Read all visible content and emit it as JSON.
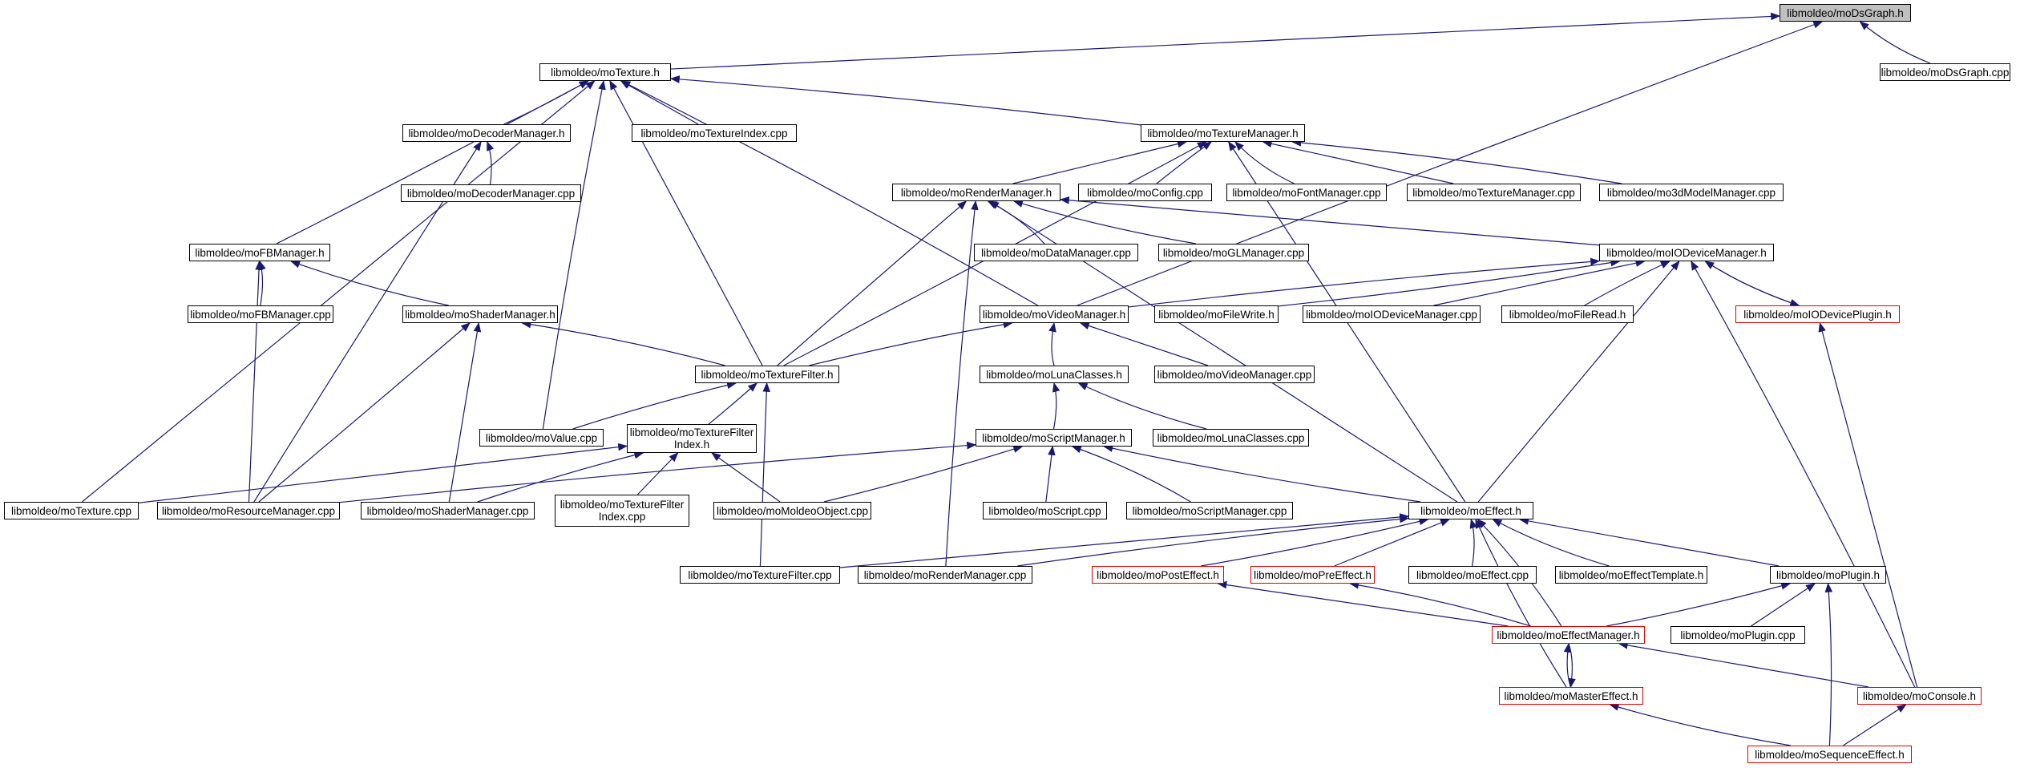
{
  "colors": {
    "edge": "#191970",
    "border": "#000000",
    "red_border": "#e00000",
    "root_fill": "#c0c0c0"
  },
  "nodes": {
    "n1": {
      "label": "libmoldeo/moDsGraph.h",
      "style": "root"
    },
    "n2": {
      "label": "libmoldeo/moDsGraph.cpp",
      "style": "normal"
    },
    "n3": {
      "label": "libmoldeo/moTexture.h",
      "style": "normal"
    },
    "n4": {
      "label": "libmoldeo/moDecoderManager.h",
      "style": "normal"
    },
    "n5": {
      "label": "libmoldeo/moTextureIndex.cpp",
      "style": "normal"
    },
    "n6": {
      "label": "libmoldeo/moTextureManager.h",
      "style": "normal"
    },
    "n7": {
      "label": "libmoldeo/moDecoderManager.cpp",
      "style": "normal"
    },
    "n8": {
      "label": "libmoldeo/moRenderManager.h",
      "style": "normal"
    },
    "n9": {
      "label": "libmoldeo/moConfig.cpp",
      "style": "normal"
    },
    "n10": {
      "label": "libmoldeo/moFontManager.cpp",
      "style": "normal"
    },
    "n11": {
      "label": "libmoldeo/moTextureManager.cpp",
      "style": "normal"
    },
    "n12": {
      "label": "libmoldeo/mo3dModelManager.cpp",
      "style": "normal"
    },
    "n13": {
      "label": "libmoldeo/moFBManager.h",
      "style": "normal"
    },
    "n14": {
      "label": "libmoldeo/moDataManager.cpp",
      "style": "normal"
    },
    "n15": {
      "label": "libmoldeo/moGLManager.cpp",
      "style": "normal"
    },
    "n16": {
      "label": "libmoldeo/moIODeviceManager.h",
      "style": "normal"
    },
    "n17": {
      "label": "libmoldeo/moFBManager.cpp",
      "style": "normal"
    },
    "n18": {
      "label": "libmoldeo/moShaderManager.h",
      "style": "normal"
    },
    "n19": {
      "label": "libmoldeo/moVideoManager.h",
      "style": "normal"
    },
    "n20": {
      "label": "libmoldeo/moFileWrite.h",
      "style": "normal"
    },
    "n21": {
      "label": "libmoldeo/moIODeviceManager.cpp",
      "style": "normal"
    },
    "n22": {
      "label": "libmoldeo/moFileRead.h",
      "style": "normal"
    },
    "n23": {
      "label": "libmoldeo/moIODevicePlugin.h",
      "style": "red"
    },
    "n24": {
      "label": "libmoldeo/moTextureFilter.h",
      "style": "normal"
    },
    "n25": {
      "label": "libmoldeo/moLunaClasses.h",
      "style": "normal"
    },
    "n26": {
      "label": "libmoldeo/moVideoManager.cpp",
      "style": "normal"
    },
    "n27": {
      "label": "libmoldeo/moValue.cpp",
      "style": "normal"
    },
    "n28": {
      "label": "libmoldeo/moTextureFilter\nIndex.h",
      "style": "normal"
    },
    "n29": {
      "label": "libmoldeo/moScriptManager.h",
      "style": "normal"
    },
    "n30": {
      "label": "libmoldeo/moLunaClasses.cpp",
      "style": "normal"
    },
    "n31": {
      "label": "libmoldeo/moTexture.cpp",
      "style": "normal"
    },
    "n32": {
      "label": "libmoldeo/moResourceManager.cpp",
      "style": "normal"
    },
    "n33": {
      "label": "libmoldeo/moShaderManager.cpp",
      "style": "normal"
    },
    "n34": {
      "label": "libmoldeo/moTextureFilter\nIndex.cpp",
      "style": "normal"
    },
    "n35": {
      "label": "libmoldeo/moMoldeoObject.cpp",
      "style": "normal"
    },
    "n36": {
      "label": "libmoldeo/moScript.cpp",
      "style": "normal"
    },
    "n37": {
      "label": "libmoldeo/moScriptManager.cpp",
      "style": "normal"
    },
    "n38": {
      "label": "libmoldeo/moEffect.h",
      "style": "normal"
    },
    "n39": {
      "label": "libmoldeo/moTextureFilter.cpp",
      "style": "normal"
    },
    "n40": {
      "label": "libmoldeo/moRenderManager.cpp",
      "style": "normal"
    },
    "n41": {
      "label": "libmoldeo/moPostEffect.h",
      "style": "red"
    },
    "n42": {
      "label": "libmoldeo/moPreEffect.h",
      "style": "red"
    },
    "n43": {
      "label": "libmoldeo/moEffect.cpp",
      "style": "normal"
    },
    "n44": {
      "label": "libmoldeo/moEffectTemplate.h",
      "style": "normal"
    },
    "n45": {
      "label": "libmoldeo/moPlugin.h",
      "style": "normal"
    },
    "n46": {
      "label": "libmoldeo/moEffectManager.h",
      "style": "red"
    },
    "n47": {
      "label": "libmoldeo/moPlugin.cpp",
      "style": "normal"
    },
    "n48": {
      "label": "libmoldeo/moMasterEffect.h",
      "style": "red"
    },
    "n49": {
      "label": "libmoldeo/moConsole.h",
      "style": "red"
    },
    "n50": {
      "label": "libmoldeo/moSequenceEffect.h",
      "style": "red"
    }
  },
  "edges": [
    [
      "n1",
      "n2"
    ],
    [
      "n1",
      "n3"
    ],
    [
      "n1",
      "n19"
    ],
    [
      "n3",
      "n4"
    ],
    [
      "n3",
      "n5"
    ],
    [
      "n3",
      "n6"
    ],
    [
      "n3",
      "n13"
    ],
    [
      "n3",
      "n24"
    ],
    [
      "n3",
      "n19"
    ],
    [
      "n3",
      "n27"
    ],
    [
      "n3",
      "n31"
    ],
    [
      "n4",
      "n7"
    ],
    [
      "n4",
      "n32"
    ],
    [
      "n6",
      "n8"
    ],
    [
      "n6",
      "n9"
    ],
    [
      "n6",
      "n10"
    ],
    [
      "n6",
      "n11"
    ],
    [
      "n6",
      "n12"
    ],
    [
      "n6",
      "n24"
    ],
    [
      "n6",
      "n38"
    ],
    [
      "n8",
      "n14"
    ],
    [
      "n8",
      "n15"
    ],
    [
      "n8",
      "n16"
    ],
    [
      "n8",
      "n24"
    ],
    [
      "n8",
      "n40"
    ],
    [
      "n8",
      "n38"
    ],
    [
      "n13",
      "n17"
    ],
    [
      "n13",
      "n18"
    ],
    [
      "n13",
      "n32"
    ],
    [
      "n16",
      "n19"
    ],
    [
      "n16",
      "n20"
    ],
    [
      "n16",
      "n21"
    ],
    [
      "n16",
      "n22"
    ],
    [
      "n16",
      "n23"
    ],
    [
      "n16",
      "n38"
    ],
    [
      "n16",
      "n49"
    ],
    [
      "n23",
      "n16"
    ],
    [
      "n23",
      "n49"
    ],
    [
      "n18",
      "n24"
    ],
    [
      "n18",
      "n32"
    ],
    [
      "n18",
      "n33"
    ],
    [
      "n19",
      "n24"
    ],
    [
      "n19",
      "n25"
    ],
    [
      "n19",
      "n26"
    ],
    [
      "n24",
      "n27"
    ],
    [
      "n24",
      "n28"
    ],
    [
      "n24",
      "n39"
    ],
    [
      "n25",
      "n29"
    ],
    [
      "n25",
      "n30"
    ],
    [
      "n28",
      "n31"
    ],
    [
      "n28",
      "n33"
    ],
    [
      "n28",
      "n34"
    ],
    [
      "n28",
      "n35"
    ],
    [
      "n29",
      "n32"
    ],
    [
      "n29",
      "n35"
    ],
    [
      "n29",
      "n36"
    ],
    [
      "n29",
      "n37"
    ],
    [
      "n29",
      "n38"
    ],
    [
      "n38",
      "n39"
    ],
    [
      "n38",
      "n40"
    ],
    [
      "n38",
      "n41"
    ],
    [
      "n38",
      "n42"
    ],
    [
      "n38",
      "n43"
    ],
    [
      "n38",
      "n44"
    ],
    [
      "n38",
      "n45"
    ],
    [
      "n38",
      "n46"
    ],
    [
      "n38",
      "n48"
    ],
    [
      "n41",
      "n46"
    ],
    [
      "n42",
      "n46"
    ],
    [
      "n45",
      "n46"
    ],
    [
      "n45",
      "n47"
    ],
    [
      "n45",
      "n50"
    ],
    [
      "n46",
      "n48"
    ],
    [
      "n46",
      "n49"
    ],
    [
      "n48",
      "n46"
    ],
    [
      "n48",
      "n50"
    ],
    [
      "n49",
      "n50"
    ]
  ]
}
